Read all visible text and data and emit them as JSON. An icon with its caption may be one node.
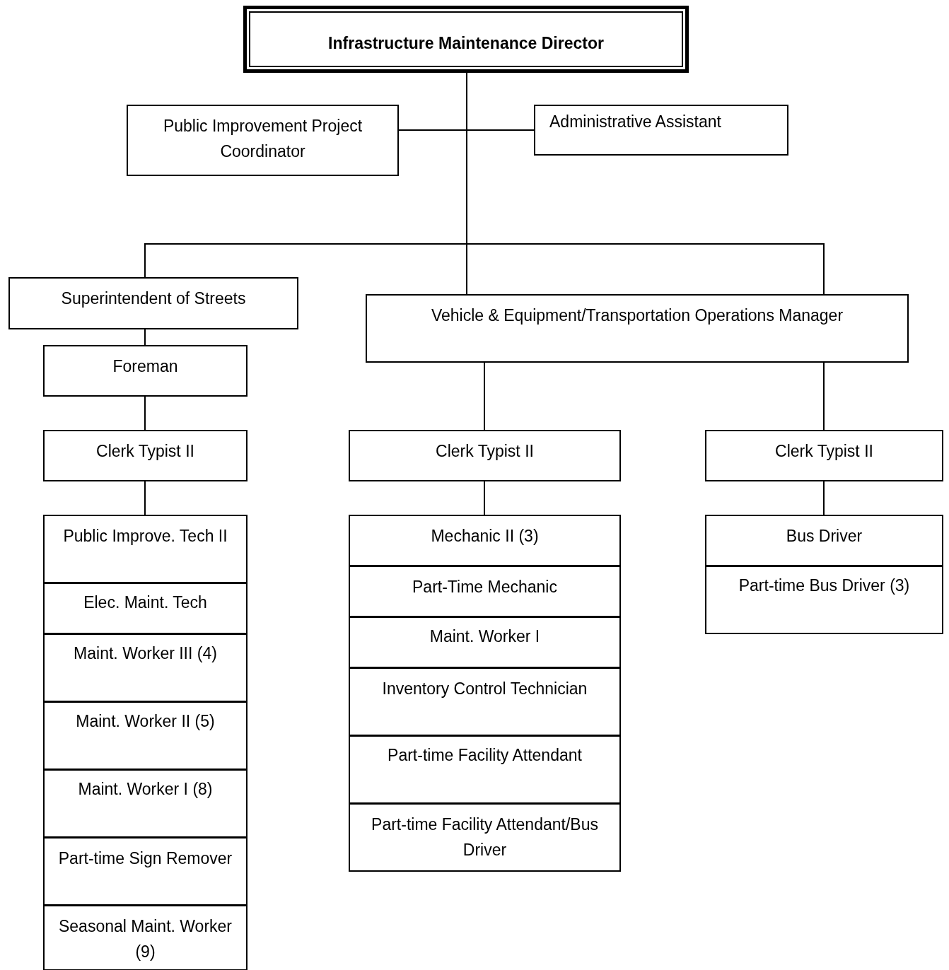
{
  "diagram": {
    "nodes": [
      {
        "text": [
          "Infrastructure Maintenance Director"
        ]
      },
      {
        "text": [
          "Public Improvement Project Coordinator"
        ]
      },
      {
        "text": [
          "Administrative Assistant"
        ]
      },
      {
        "text": [
          "Superintendent of Streets"
        ]
      },
      {
        "text": [
          "Vehicle & Equipment/Transportation Operations Manager"
        ]
      },
      {
        "text": [
          "Foreman"
        ]
      },
      {
        "text": [
          "Clerk Typist II"
        ]
      },
      {
        "text": [
          "Clerk Typist II"
        ]
      },
      {
        "text": [
          "Clerk Typist II"
        ]
      },
      {
        "text": [
          "Public Improve. Tech II"
        ]
      },
      {
        "text": [
          "Elec. Maint. Tech"
        ]
      },
      {
        "text": [
          "Maint. Worker III (4)"
        ]
      },
      {
        "text": [
          "Maint. Worker II (5)"
        ]
      },
      {
        "text": [
          "Maint. Worker I (8)"
        ]
      },
      {
        "text": [
          "Part-time Sign Remover"
        ]
      },
      {
        "text": [
          "Seasonal Maint. Worker (9)"
        ]
      },
      {
        "text": [
          "Mechanic II (3)"
        ]
      },
      {
        "text": [
          "Part-Time Mechanic"
        ]
      },
      {
        "text": [
          "Maint. Worker I"
        ]
      },
      {
        "text": [
          "Inventory Control Technician"
        ]
      },
      {
        "text": [
          "Part-time Facility Attendant"
        ]
      },
      {
        "text": [
          "Part-time Facility Attendant/Bus Driver"
        ]
      },
      {
        "text": [
          "Bus Driver"
        ]
      },
      {
        "text": [
          "Part-time Bus Driver (3)"
        ]
      }
    ],
    "edges": [
      {
        "from": 0,
        "to": 1,
        "arrow": "none"
      },
      {
        "from": 0,
        "to": 2,
        "arrow": "none"
      },
      {
        "from": 0,
        "to": 3,
        "arrow": "none"
      },
      {
        "from": 0,
        "to": 4,
        "arrow": "none"
      },
      {
        "from": 3,
        "to": 5,
        "arrow": "none"
      },
      {
        "from": 5,
        "to": 6,
        "arrow": "none"
      },
      {
        "from": 6,
        "to": 9,
        "arrow": "none"
      },
      {
        "from": 4,
        "to": 7,
        "arrow": "none"
      },
      {
        "from": 4,
        "to": 8,
        "arrow": "none"
      },
      {
        "from": 7,
        "to": 16,
        "arrow": "none"
      },
      {
        "from": 8,
        "to": 22,
        "arrow": "none"
      }
    ]
  }
}
